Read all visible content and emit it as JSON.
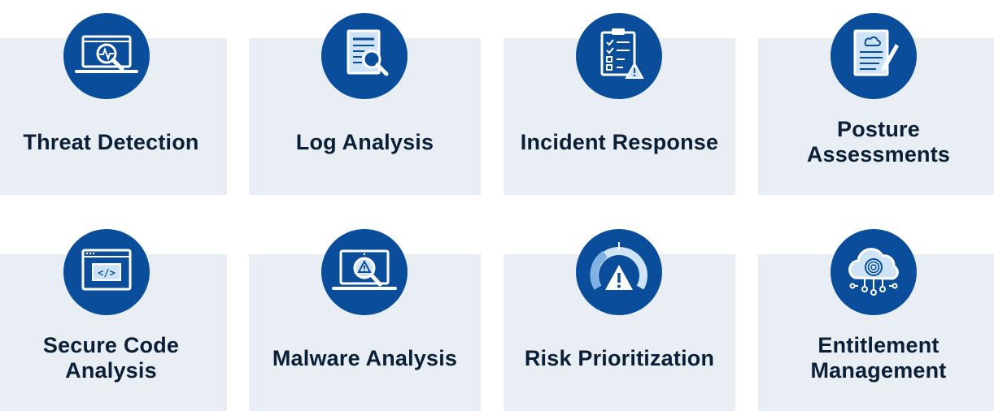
{
  "cards": [
    {
      "label": "Threat Detection",
      "icon": "monitor-heartbeat-magnifier-icon"
    },
    {
      "label": "Log Analysis",
      "icon": "document-magnifier-icon"
    },
    {
      "label": "Incident Response",
      "icon": "clipboard-checklist-warning-icon"
    },
    {
      "label": "Posture\nAssessments",
      "icon": "document-cloud-pen-icon"
    },
    {
      "label": "Secure Code\nAnalysis",
      "icon": "browser-code-icon"
    },
    {
      "label": "Malware Analysis",
      "icon": "laptop-warning-magnifier-icon"
    },
    {
      "label": "Risk Prioritization",
      "icon": "gauge-warning-icon"
    },
    {
      "label": "Entitlement\nManagement",
      "icon": "cloud-fingerprint-icon"
    }
  ],
  "colors": {
    "card_background": "#e8eef4",
    "icon_circle": "#0a4e9b",
    "icon_light": "#cfe3f7",
    "label_text": "#0b1f36"
  }
}
